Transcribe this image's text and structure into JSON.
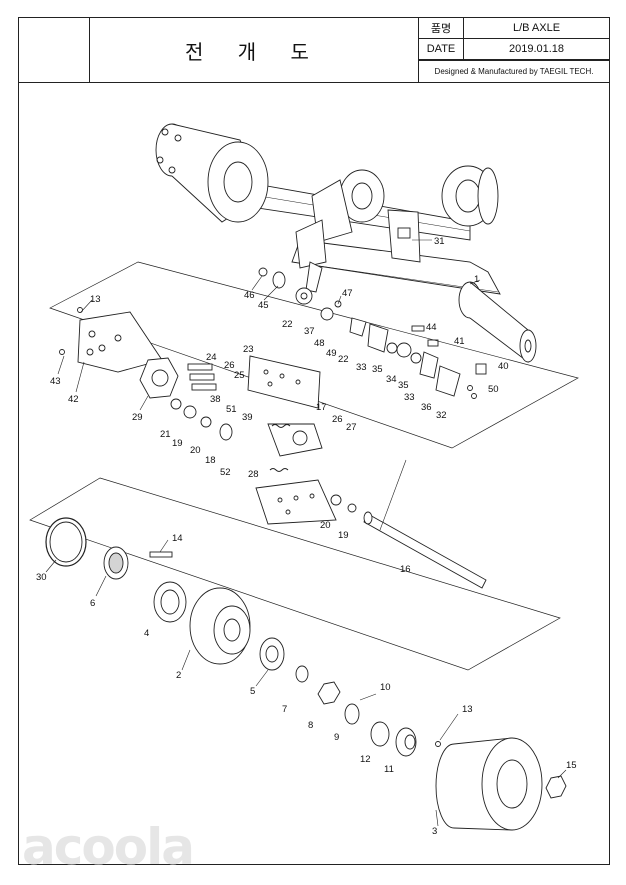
{
  "title_block": {
    "title": "전 개 도",
    "part_name_label": "품명",
    "part_name": "L/B AXLE",
    "date_label": "DATE",
    "date": "2019.01.18",
    "maker": "Designed & Manufactured by TAEGIL TECH."
  },
  "callouts": [
    {
      "label": "1"
    },
    {
      "label": "31"
    },
    {
      "label": "46"
    },
    {
      "label": "45"
    },
    {
      "label": "47"
    },
    {
      "label": "22"
    },
    {
      "label": "37"
    },
    {
      "label": "48"
    },
    {
      "label": "49"
    },
    {
      "label": "22"
    },
    {
      "label": "44"
    },
    {
      "label": "41"
    },
    {
      "label": "40"
    },
    {
      "label": "33"
    },
    {
      "label": "35"
    },
    {
      "label": "34"
    },
    {
      "label": "35"
    },
    {
      "label": "33"
    },
    {
      "label": "36"
    },
    {
      "label": "32"
    },
    {
      "label": "50"
    },
    {
      "label": "13"
    },
    {
      "label": "43"
    },
    {
      "label": "42"
    },
    {
      "label": "29"
    },
    {
      "label": "24"
    },
    {
      "label": "26"
    },
    {
      "label": "25"
    },
    {
      "label": "23"
    },
    {
      "label": "38"
    },
    {
      "label": "51"
    },
    {
      "label": "39"
    },
    {
      "label": "21"
    },
    {
      "label": "19"
    },
    {
      "label": "20"
    },
    {
      "label": "18"
    },
    {
      "label": "17"
    },
    {
      "label": "26"
    },
    {
      "label": "27"
    },
    {
      "label": "52"
    },
    {
      "label": "28"
    },
    {
      "label": "20"
    },
    {
      "label": "19"
    },
    {
      "label": "16"
    },
    {
      "label": "14"
    },
    {
      "label": "30"
    },
    {
      "label": "6"
    },
    {
      "label": "4"
    },
    {
      "label": "2"
    },
    {
      "label": "5"
    },
    {
      "label": "7"
    },
    {
      "label": "8"
    },
    {
      "label": "10"
    },
    {
      "label": "9"
    },
    {
      "label": "12"
    },
    {
      "label": "11"
    },
    {
      "label": "13"
    },
    {
      "label": "15"
    },
    {
      "label": "3"
    }
  ],
  "watermark": "acoola",
  "colors": {
    "line": "#222222",
    "fill": "#ffffff",
    "shade": "#d4d4d4",
    "watermark": "#e6e6e6"
  }
}
